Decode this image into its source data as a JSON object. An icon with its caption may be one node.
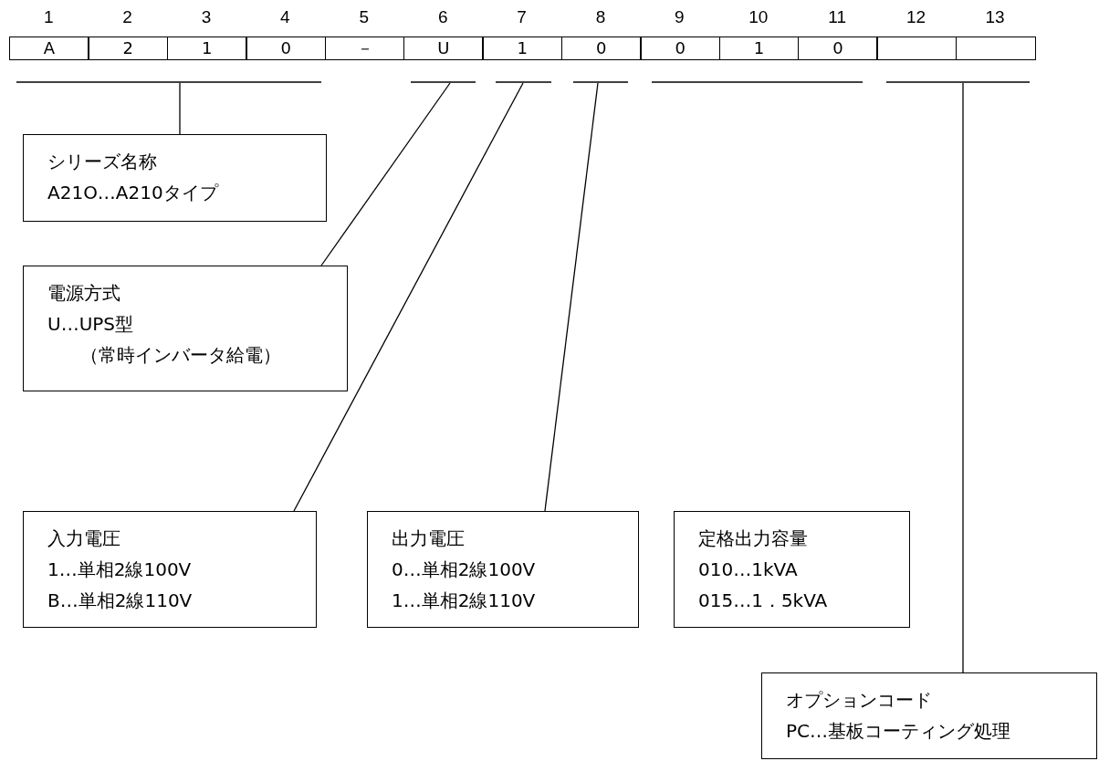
{
  "diagram": {
    "nodes": [
      {
        "text": [],
        "shape": "bar"
      },
      {
        "text": [],
        "shape": "bar"
      },
      {
        "text": [],
        "shape": "bar"
      },
      {
        "text": [],
        "shape": "bar"
      },
      {
        "text": [],
        "shape": "bar"
      },
      {
        "text": [],
        "shape": "bar"
      },
      {
        "text": [
          "シリーズ名称",
          "A21O…A210タイプ"
        ]
      },
      {
        "text": [
          "電源方式",
          "U…UPS型",
          "（常時インバータ給電）"
        ]
      },
      {
        "text": [
          "入力電圧",
          "1…単相2線100V",
          "B…単相2線110V"
        ]
      },
      {
        "text": [
          "出力電圧",
          "0…単相2線100V",
          "1…単相2線110V"
        ]
      },
      {
        "text": [
          "定格出力容量",
          "010…1kVA",
          "015…1．5kVA"
        ]
      },
      {
        "text": [
          "オプションコード",
          "PC…基板コーティング処理"
        ]
      }
    ],
    "edges": [
      {
        "from": 6,
        "to": 0,
        "arrow": "none"
      },
      {
        "from": 7,
        "to": 1,
        "arrow": "none"
      },
      {
        "from": 8,
        "to": 2,
        "arrow": "none"
      },
      {
        "from": 9,
        "to": 3,
        "arrow": "none"
      },
      {
        "from": 11,
        "to": 5,
        "arrow": "none"
      }
    ],
    "labels": [
      "1",
      "2",
      "3",
      "4",
      "5",
      "6",
      "7",
      "8",
      "9",
      "10",
      "11",
      "12",
      "13",
      "A",
      "2",
      "1",
      "0",
      "－",
      "U",
      "1",
      "0",
      "0",
      "1",
      "0"
    ]
  }
}
